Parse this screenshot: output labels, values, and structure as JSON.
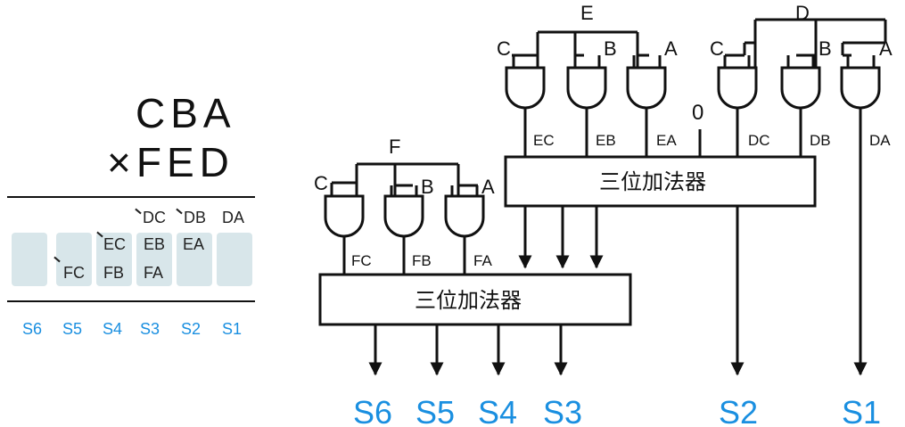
{
  "multiplication": {
    "multiplicand": "CBA",
    "multiplier": "×FED",
    "row1": {
      "dc": "DC",
      "db": "DB",
      "da": "DA"
    },
    "row2": {
      "fc": "FC",
      "ec": "EC",
      "eb": "EB",
      "ea": "EA",
      "fb": "FB",
      "fa": "FA"
    },
    "result_labels": [
      "S6",
      "S5",
      "S4",
      "S3",
      "S2",
      "S1"
    ]
  },
  "circuit": {
    "group_labels": {
      "e": "E",
      "d": "D",
      "f": "F"
    },
    "input_labels": {
      "c": "C",
      "b": "B",
      "a": "A"
    },
    "zero_label": "0",
    "top_gate_outputs": [
      "EC",
      "EB",
      "EA",
      "DC",
      "DB",
      "DA"
    ],
    "bottom_gate_outputs": [
      "FC",
      "FB",
      "FA"
    ],
    "adder_label": "三位加法器",
    "outputs": [
      "S6",
      "S5",
      "S4",
      "S3",
      "S2",
      "S1"
    ]
  },
  "colors": {
    "accent": "#1a8fe0",
    "cell": "#d8e6ea",
    "line": "#111111"
  }
}
